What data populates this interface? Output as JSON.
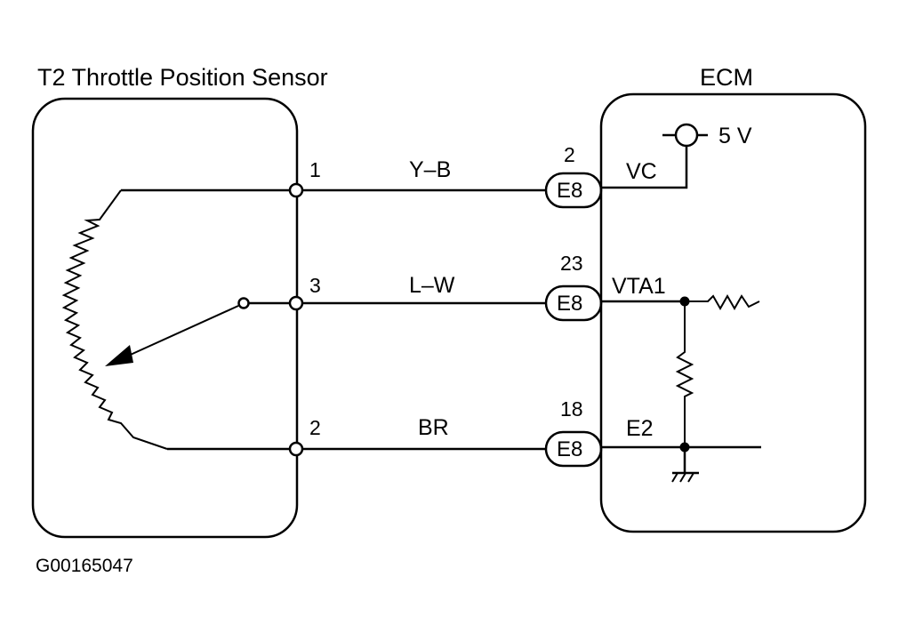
{
  "sensor": {
    "title": "T2 Throttle Position Sensor",
    "pins": [
      "1",
      "3",
      "2"
    ]
  },
  "ecm": {
    "title": "ECM",
    "supply_label": "5 V",
    "terminals": [
      "VC",
      "VTA1",
      "E2"
    ]
  },
  "wires": [
    {
      "pin": "1",
      "color": "Y–B",
      "connector": "E8",
      "ecm_pin": "2",
      "terminal": "VC"
    },
    {
      "pin": "3",
      "color": "L–W",
      "connector": "E8",
      "ecm_pin": "23",
      "terminal": "VTA1"
    },
    {
      "pin": "2",
      "color": "BR",
      "connector": "E8",
      "ecm_pin": "18",
      "terminal": "E2"
    }
  ],
  "figure_code": "G00165047"
}
